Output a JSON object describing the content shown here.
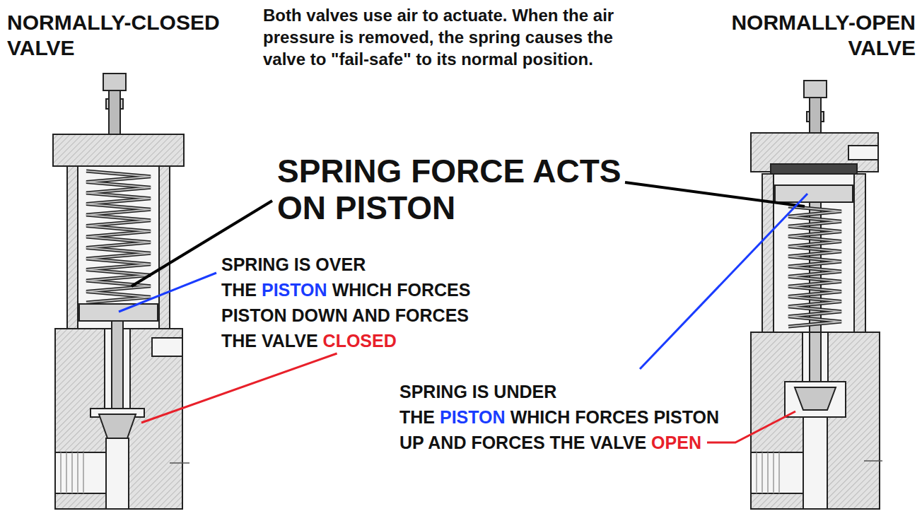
{
  "diagram": {
    "labels": [
      "NORMALLY-CLOSED VALVE",
      "Both valves use air to actuate. When the air pressure is removed, the spring causes the valve to \"fail-safe\" to its normal position.",
      "NORMALLY-OPEN VALVE",
      "SPRING FORCE ACTS ON PISTON",
      "SPRING IS OVER THE",
      "PISTON",
      "WHICH FORCES PISTON DOWN AND FORCES THE VALVE",
      "CLOSED",
      "SPRING IS UNDER THE",
      "PISTON",
      "WHICH FORCES PISTON UP AND FORCES THE VALVE",
      "OPEN"
    ]
  }
}
